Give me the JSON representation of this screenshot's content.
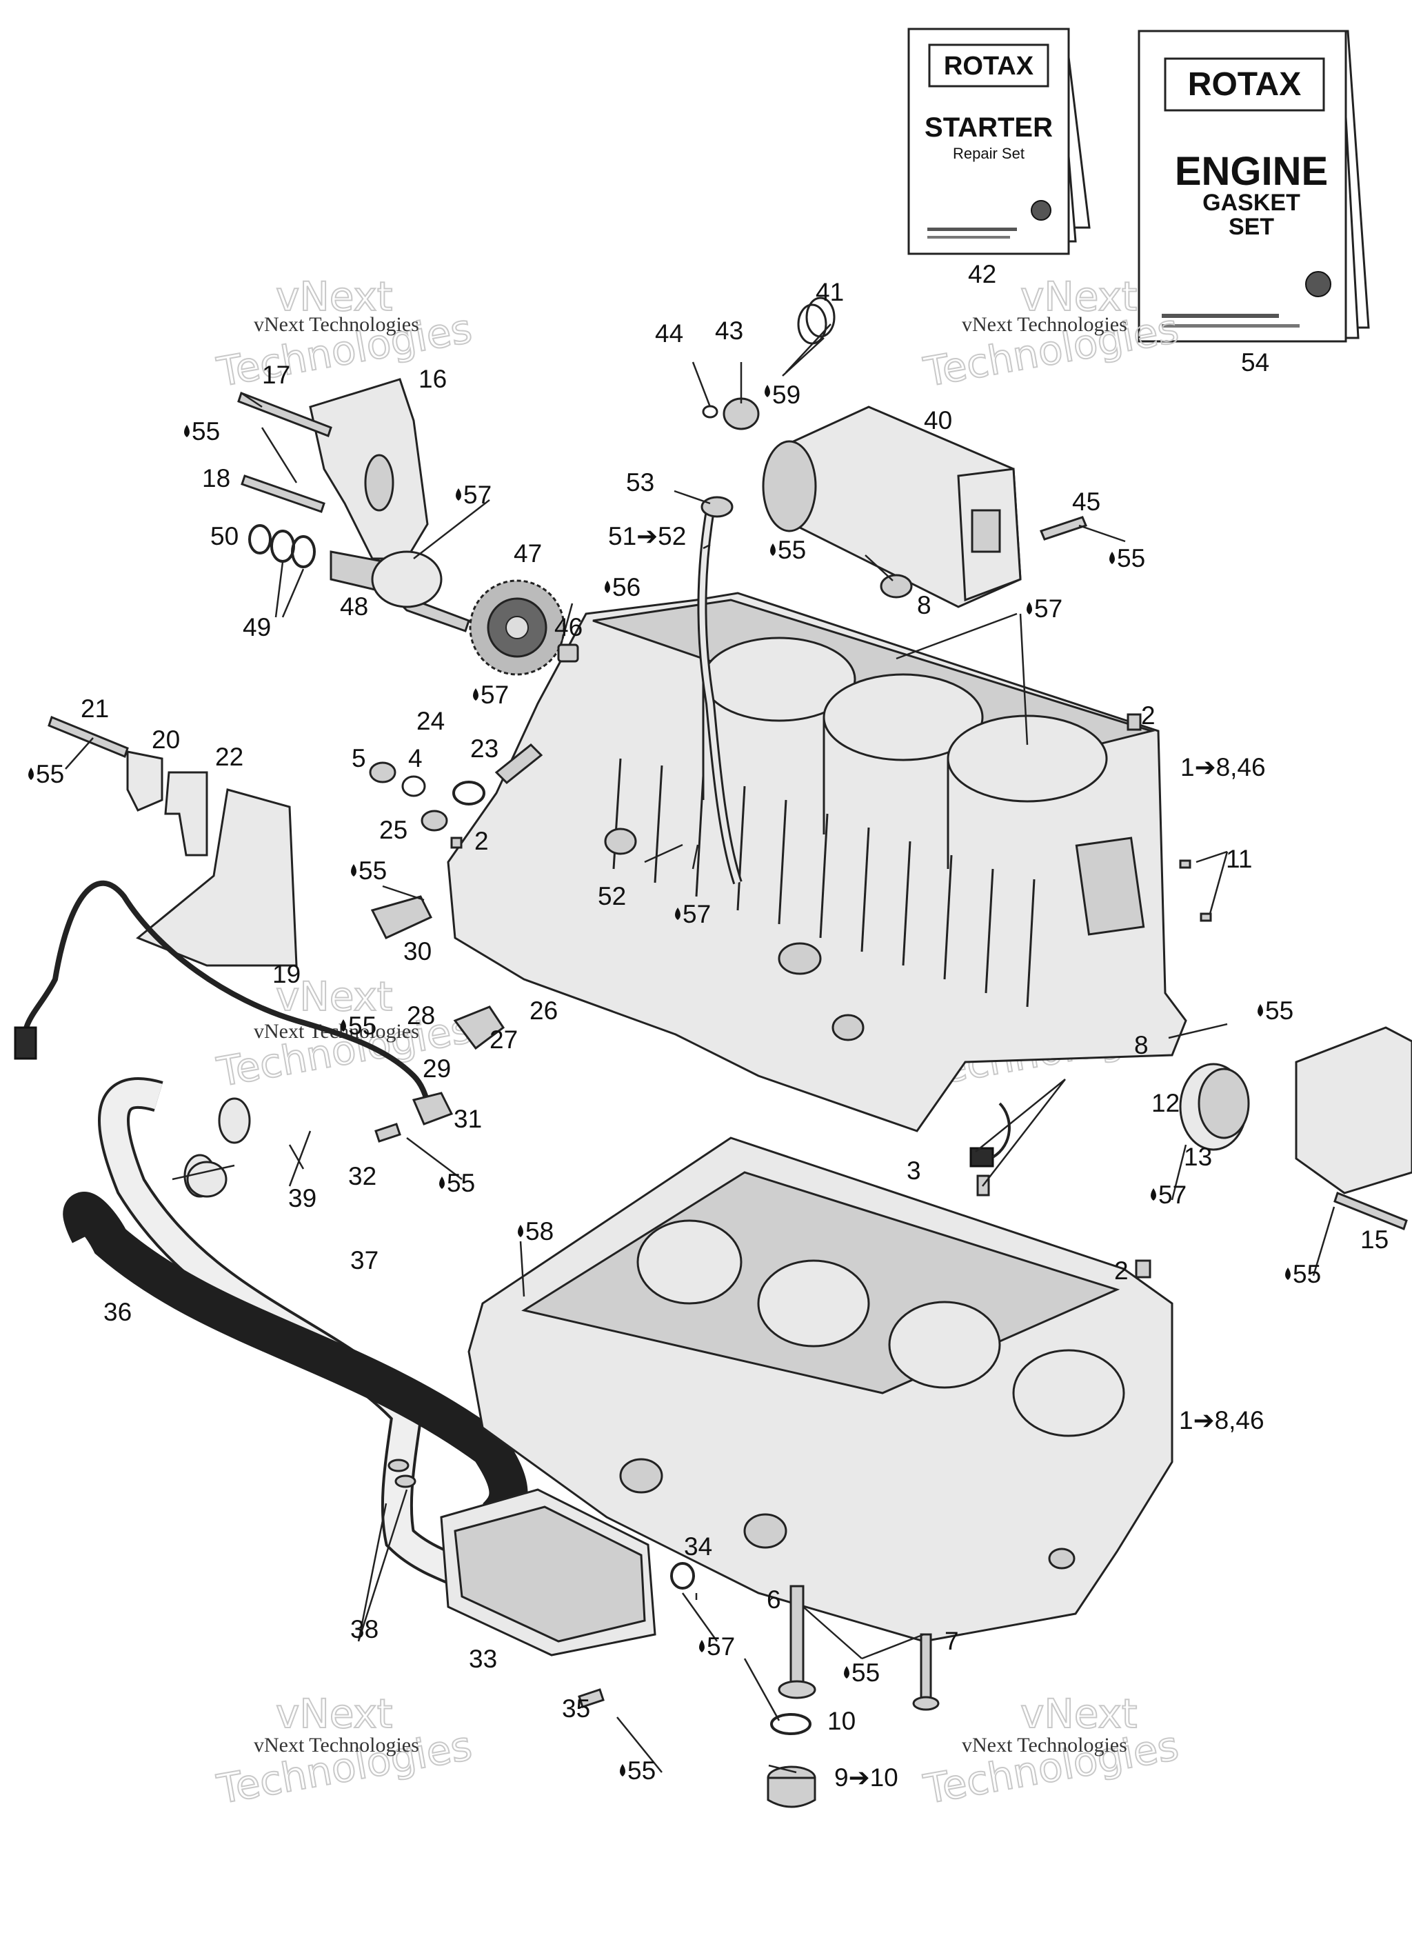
{
  "watermark": {
    "line1": "vNext",
    "line2": "Technologies",
    "caption": "vNext Technologies"
  },
  "kits": {
    "starter": {
      "brand": "ROTAX",
      "title": "STARTER",
      "subtitle": "Repair Set",
      "ref": "42"
    },
    "gasket": {
      "brand": "ROTAX",
      "title": "ENGINE",
      "subtitle1": "GASKET",
      "subtitle2": "SET",
      "ref": "54"
    }
  },
  "callouts": {
    "c41": "41",
    "c44": "44",
    "c43": "43",
    "c59": "59",
    "c40": "40",
    "c53": "53",
    "c51": "51➔52",
    "c45": "45",
    "c55a": "55",
    "c8a": "8",
    "c55b": "55",
    "c57a": "57",
    "c17": "17",
    "c16": "16",
    "c55c": "55",
    "c18": "18",
    "c57b": "57",
    "c50": "50",
    "c47": "47",
    "c48": "48",
    "c49": "49",
    "c46": "46",
    "c56": "56",
    "c57c": "57",
    "c21": "21",
    "c20": "20",
    "c22": "22",
    "c55d": "55",
    "c24": "24",
    "c5": "5",
    "c4": "4",
    "c23": "23",
    "c25": "25",
    "c2a": "2",
    "c2b": "2",
    "c1a": "1➔8,46",
    "c11": "11",
    "c55e": "55",
    "c52": "52",
    "c57d": "57",
    "c30": "30",
    "c19": "19",
    "c55f": "55",
    "c28": "28",
    "c26": "26",
    "c27": "27",
    "c29": "29",
    "c55g": "55",
    "c31": "31",
    "c32": "32",
    "c55h": "55",
    "c39": "39",
    "c12": "12",
    "c13": "13",
    "c3": "3",
    "c57e": "57",
    "c58": "58",
    "c37": "37",
    "c36": "36",
    "c2c": "2",
    "c15": "15",
    "c55i": "55",
    "c1b": "1➔8,46",
    "c34": "34",
    "c6": "6",
    "c7": "7",
    "c57f": "57",
    "c55j": "55",
    "c38": "38",
    "c33": "33",
    "c10": "10",
    "c35": "35",
    "c55k": "55",
    "c9": "9➔10",
    "c8b": "8"
  }
}
